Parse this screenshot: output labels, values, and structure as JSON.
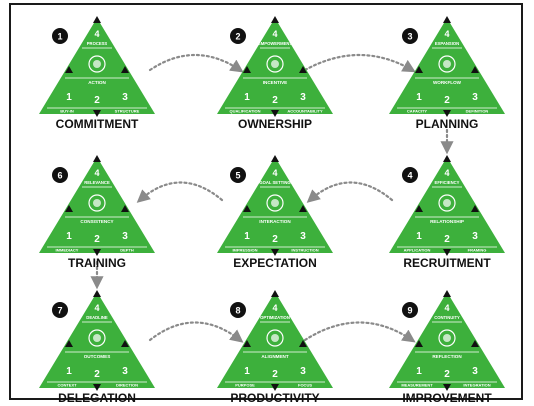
{
  "colors": {
    "green": "#3db03c",
    "green_dark": "#2f8f30",
    "circle": "#111111",
    "arrow": "#8a8a8a",
    "text": "#111111"
  },
  "stages": [
    {
      "number": "1",
      "label": "COMMITMENT",
      "top": "PROCESS",
      "center": "ACTION",
      "left": "BUY-IN",
      "right": "STRUCTURE",
      "digits": {
        "a": "4",
        "b": "1",
        "c": "2",
        "d": "3"
      }
    },
    {
      "number": "2",
      "label": "OWNERSHIP",
      "top": "EMPOWERMENT",
      "center": "INCENTIVE",
      "left": "QUALIFICATION",
      "right": "ACCOUNTABILITY",
      "digits": {
        "a": "4",
        "b": "1",
        "c": "2",
        "d": "3"
      }
    },
    {
      "number": "3",
      "label": "PLANNING",
      "top": "EXPANSION",
      "center": "WORKFLOW",
      "left": "CAPACITY",
      "right": "DEFINITION",
      "digits": {
        "a": "4",
        "b": "1",
        "c": "2",
        "d": "3"
      }
    },
    {
      "number": "4",
      "label": "RECRUITMENT",
      "top": "EFFICIENCY",
      "center": "RELATIONSHIP",
      "left": "APPLICATION",
      "right": "FRAMING",
      "digits": {
        "a": "4",
        "b": "1",
        "c": "2",
        "d": "3"
      }
    },
    {
      "number": "5",
      "label": "EXPECTATION",
      "top": "GOAL SETTING",
      "center": "INTERACTION",
      "left": "IMPRESSION",
      "right": "INSTRUCTION",
      "digits": {
        "a": "4",
        "b": "1",
        "c": "2",
        "d": "3"
      }
    },
    {
      "number": "6",
      "label": "TRAINING",
      "top": "RELEVANCE",
      "center": "CONSISTENCY",
      "left": "IMMEDIACY",
      "right": "DEPTH",
      "digits": {
        "a": "4",
        "b": "1",
        "c": "2",
        "d": "3"
      }
    },
    {
      "number": "7",
      "label": "DELEGATION",
      "top": "DEADLINE",
      "center": "OUTCOMES",
      "left": "CONTEXT",
      "right": "DIRECTION",
      "digits": {
        "a": "4",
        "b": "1",
        "c": "2",
        "d": "3"
      }
    },
    {
      "number": "8",
      "label": "PRODUCTIVITY",
      "top": "OPTIMIZATION",
      "center": "ALIGNMENT",
      "left": "PURPOSE",
      "right": "FOCUS",
      "digits": {
        "a": "4",
        "b": "1",
        "c": "2",
        "d": "3"
      }
    },
    {
      "number": "9",
      "label": "IMPROVEMENT",
      "top": "CONTINUITY",
      "center": "REFLECTION",
      "left": "MEASUREMENT",
      "right": "INTEGRATION",
      "digits": {
        "a": "4",
        "b": "1",
        "c": "2",
        "d": "3"
      }
    }
  ]
}
